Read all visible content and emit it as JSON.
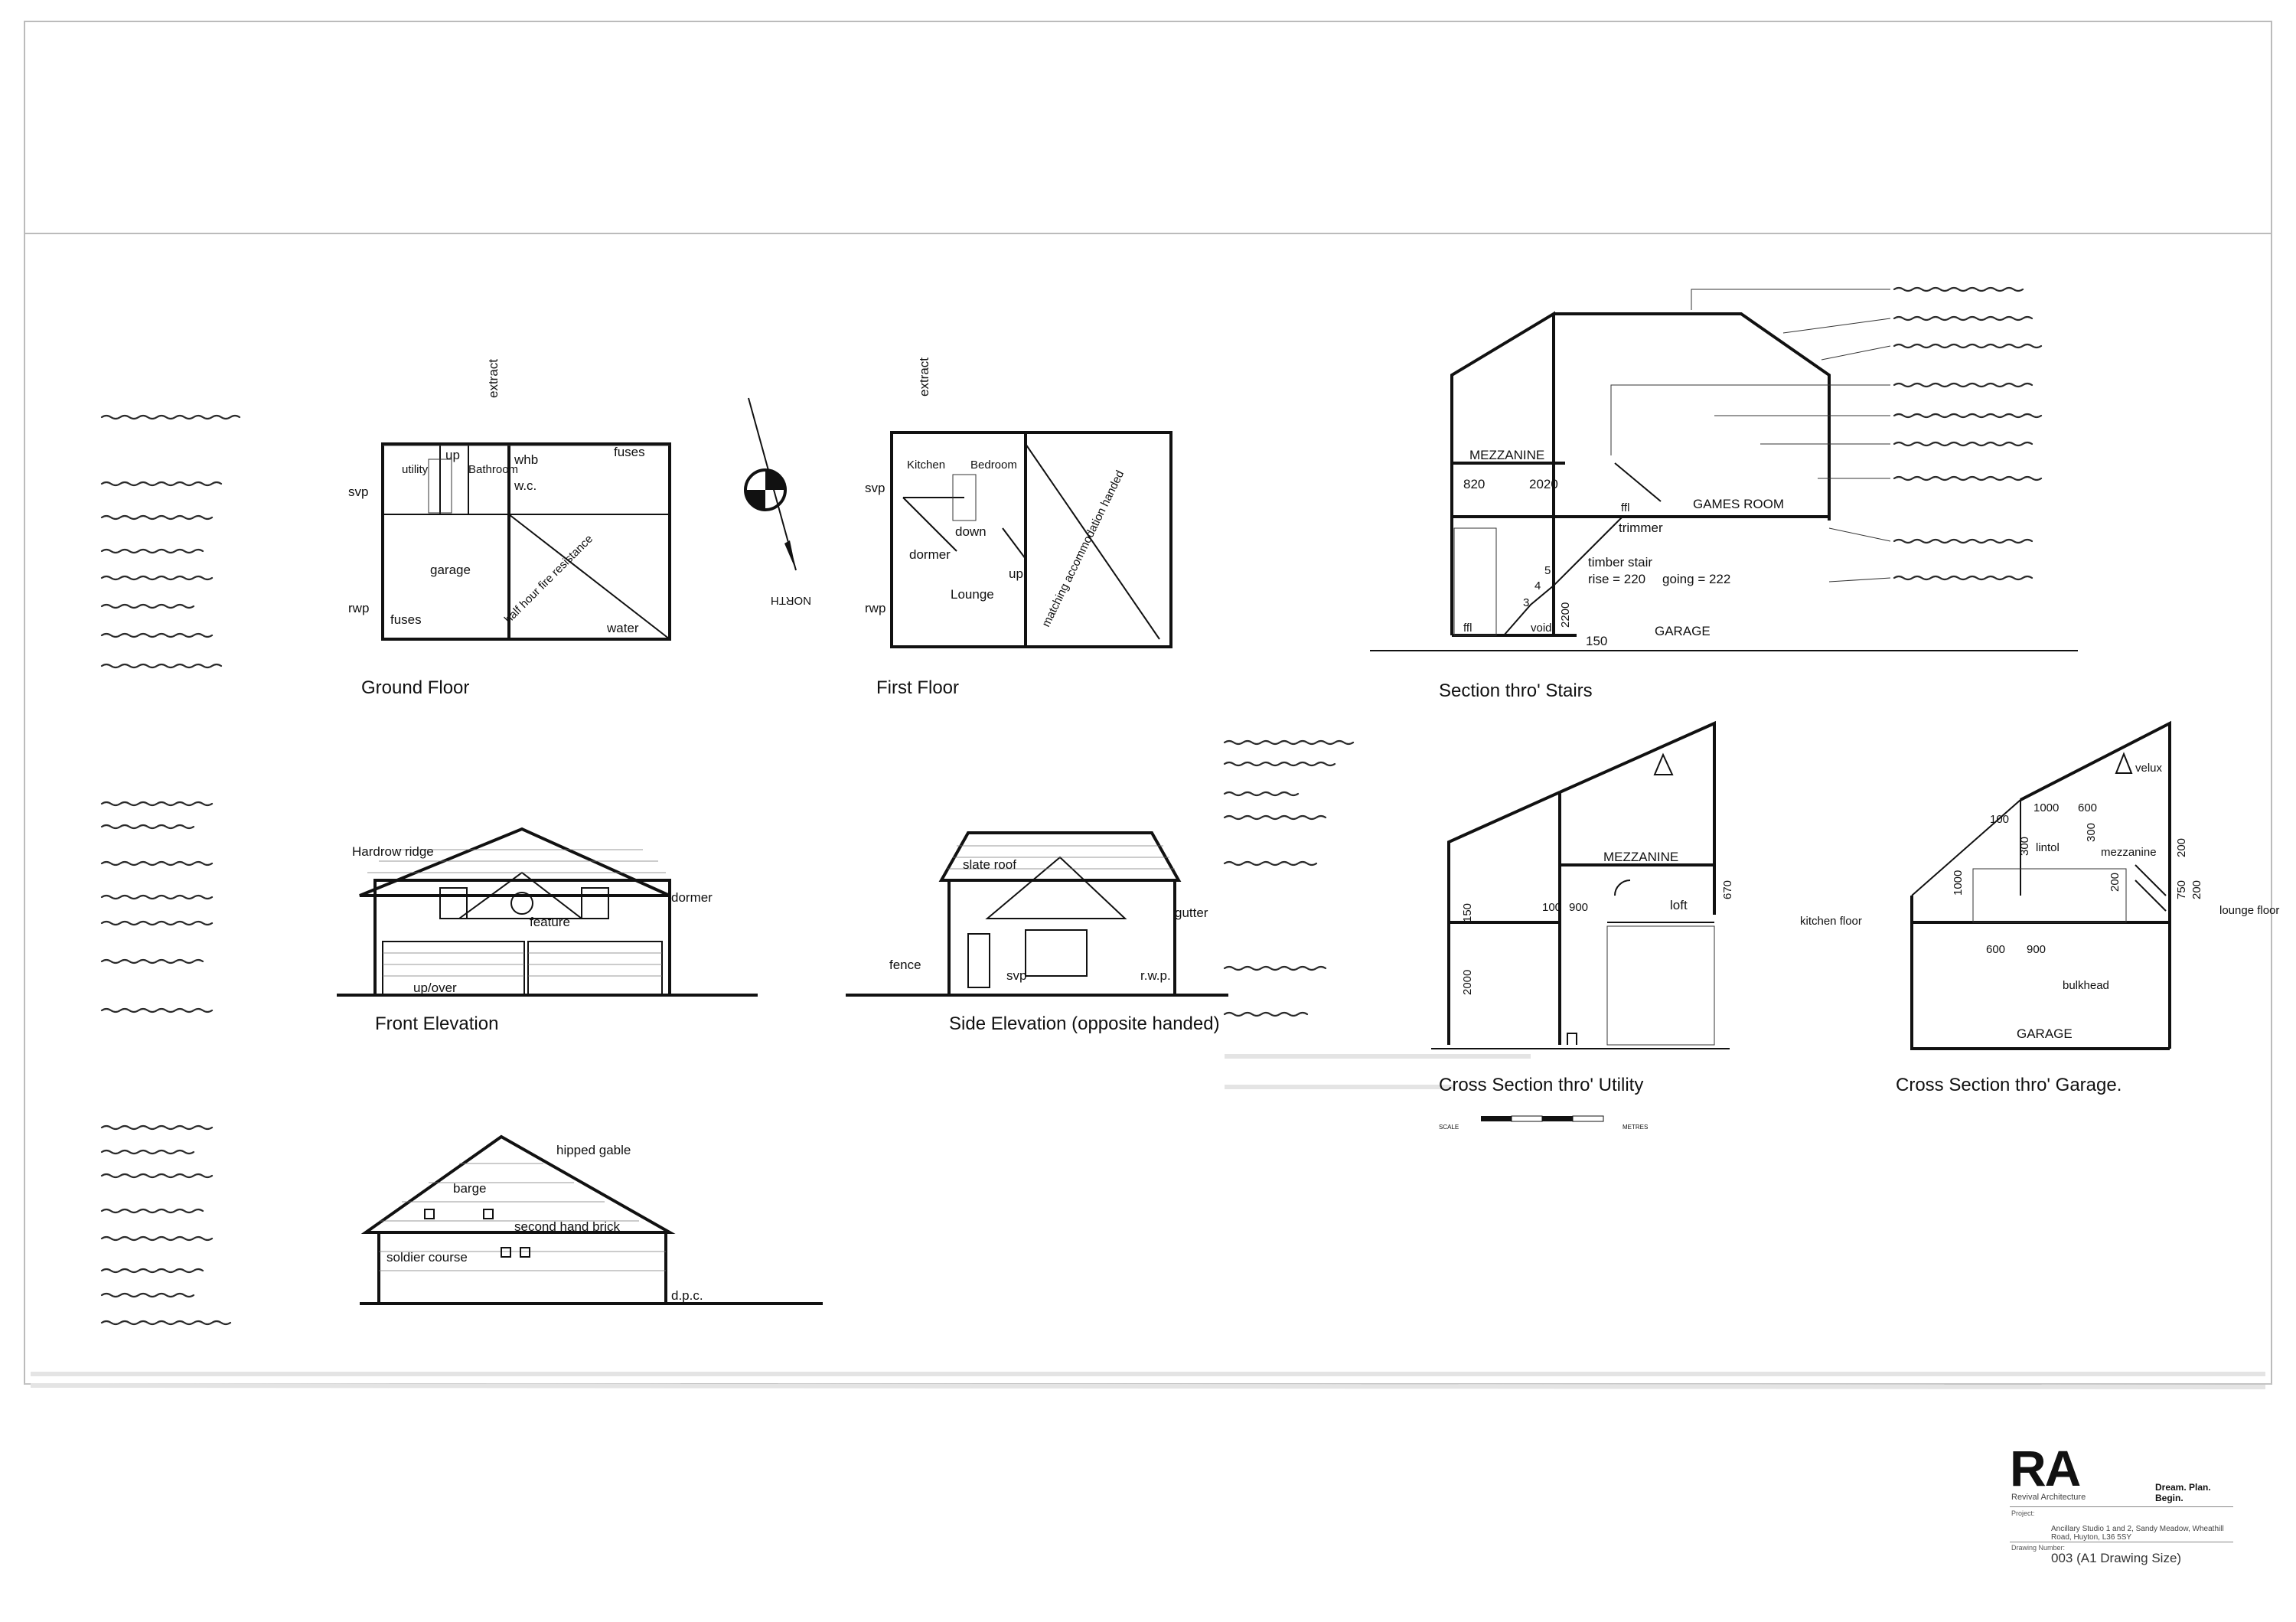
{
  "plans": {
    "ground_floor": {
      "title": "Ground Floor",
      "labels": [
        "extract",
        "whb",
        "fuses",
        "utility",
        "up",
        "Bathroom",
        "w.c.",
        "svp",
        "garage",
        "half hour fire resistance",
        "rwp",
        "fuses",
        "water"
      ]
    },
    "first_floor": {
      "title": "First Floor",
      "labels": [
        "extract",
        "Kitchen",
        "Bedroom",
        "svp",
        "down",
        "dormer",
        "Lounge",
        "up",
        "rwp",
        "matching accommodation handed"
      ]
    },
    "north_label": "NORTH",
    "section_stairs": {
      "title": "Section thro' Stairs",
      "labels": [
        "MEZZANINE",
        "820",
        "2020",
        "ffl",
        "GAMES ROOM",
        "trimmer",
        "timber stair",
        "rise = 220",
        "going = 222",
        "2200",
        "ffl",
        "void",
        "150",
        "GARAGE",
        "5",
        "4",
        "3"
      ]
    },
    "front_elevation": {
      "title": "Front Elevation",
      "labels": [
        "Hardrow ridge",
        "feature",
        "dormer",
        "up/over"
      ]
    },
    "side_elevation": {
      "title": "Side Elevation (opposite handed)",
      "labels": [
        "slate roof",
        "gutter",
        "fence",
        "svp",
        "r.w.p."
      ]
    },
    "rear_elevation": {
      "labels": [
        "hipped gable",
        "barge",
        "second hand brick",
        "soldier course",
        "d.p.c."
      ]
    },
    "cross_section_utility": {
      "title": "Cross Section thro' Utility",
      "labels": [
        "MEZZANINE",
        "150",
        "100",
        "900",
        "loft",
        "670",
        "2000"
      ]
    },
    "cross_section_garage": {
      "title": "Cross Section thro' Garage.",
      "labels": [
        "velux",
        "1000",
        "600",
        "100",
        "300",
        "300",
        "lintol",
        "mezzanine",
        "200",
        "1000",
        "200",
        "750",
        "200",
        "kitchen floor",
        "lounge floor",
        "600",
        "900",
        "bulkhead",
        "GARAGE"
      ]
    },
    "scale_label": "SCALE",
    "scale_unit": "METRES"
  },
  "title_block": {
    "logo": "RA",
    "firm": "Revival Architecture",
    "tagline": "Dream. Plan. Begin.",
    "project_label": "Project:",
    "project": "Ancillary Studio 1 and 2, Sandy Meadow, Wheathill Road, Huyton, L36 5SY",
    "drawing_number_label": "Drawing Number:",
    "drawing_number": "003 (A1 Drawing Size)"
  }
}
